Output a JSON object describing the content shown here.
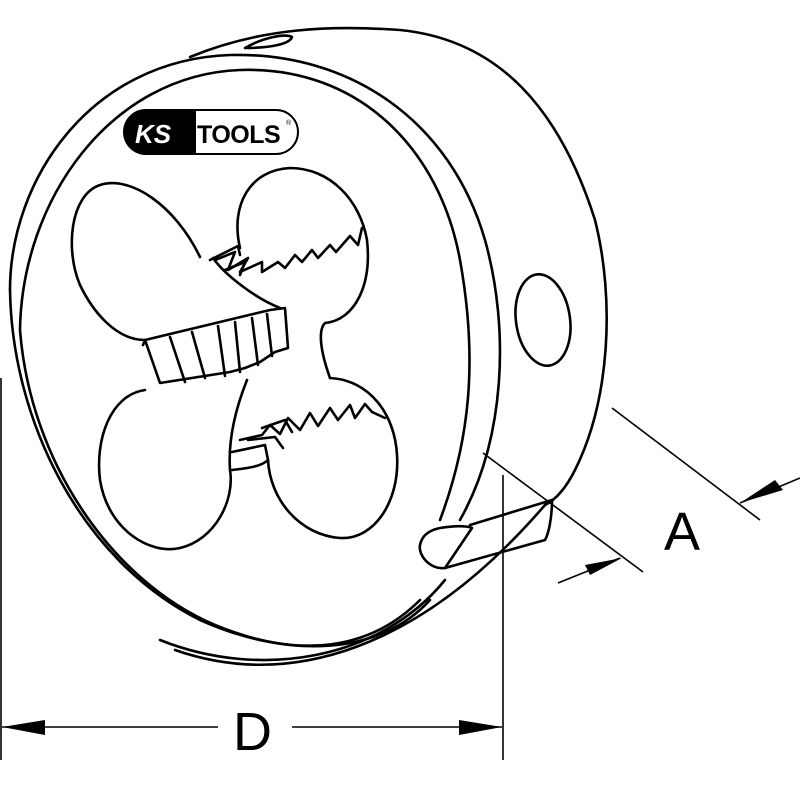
{
  "figure": {
    "title": "Round threading die technical drawing",
    "subject": "threading die",
    "background_color": "#ffffff",
    "line_color": "#000000"
  },
  "logo": {
    "brand_part1": "KS",
    "brand_part2": "TOOLS",
    "registered_mark": "®"
  },
  "dimensions": {
    "thickness_label": "A",
    "diameter_label": "D"
  }
}
